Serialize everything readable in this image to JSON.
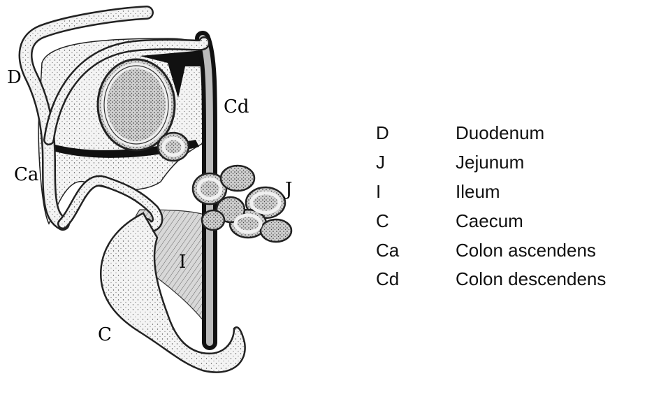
{
  "diagram": {
    "labels": {
      "D": "D",
      "Cd": "Cd",
      "Ca": "Ca",
      "J": "J",
      "I": "I",
      "C": "C"
    }
  },
  "legend": [
    {
      "abbr": "D",
      "name": "Duodenum"
    },
    {
      "abbr": "J",
      "name": "Jejunum"
    },
    {
      "abbr": "I",
      "name": "Ileum"
    },
    {
      "abbr": "C",
      "name": "Caecum"
    },
    {
      "abbr": "Ca",
      "name": "Colon ascendens"
    },
    {
      "abbr": "Cd",
      "name": "Colon descendens"
    }
  ]
}
